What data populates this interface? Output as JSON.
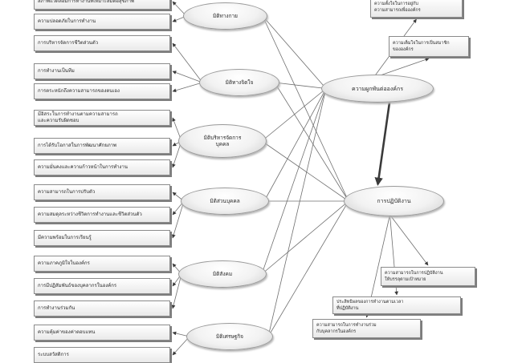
{
  "diagram": {
    "factors": [
      {
        "id": "f1",
        "label": "มิติทางกาย"
      },
      {
        "id": "f2",
        "label": "มิติทางจิตใจ"
      },
      {
        "id": "f3",
        "label": "มิติบริหารจัดการ\nบุคคล"
      },
      {
        "id": "f4",
        "label": "มิติส่วนบุคคล"
      },
      {
        "id": "f5",
        "label": "มิติสังคม"
      },
      {
        "id": "f6",
        "label": "มิติเศรษฐกิจ"
      }
    ],
    "outcomes": [
      {
        "id": "o1",
        "label": "ความผูกพันต่อองค์กร"
      },
      {
        "id": "o2",
        "label": "การปฏิบัติงาน"
      }
    ],
    "indicators": [
      {
        "label": "สภาพแวดล้อมการทำงานที่เหมาะสมต่อสุขภาพ",
        "factor": "f1"
      },
      {
        "label": "ความปลอดภัยในการทำงาน",
        "factor": "f1"
      },
      {
        "label": "การบริหารจัดการชีวิตส่วนตัว",
        "factor": "f2"
      },
      {
        "label": "การทำงานเป็นทีม",
        "factor": "f2"
      },
      {
        "label": "การตระหนักถึงความสามารถของตนเอง",
        "factor": "f2"
      },
      {
        "label": "มีอิสระในการทำงานตามความสามารถ\nและความรับผิดชอบ",
        "factor": "f3"
      },
      {
        "label": "การได้รับโอกาสในการพัฒนาศักยภาพ",
        "factor": "f3"
      },
      {
        "label": "ความมั่นคงและความก้าวหน้าในการทำงาน",
        "factor": "f3"
      },
      {
        "label": "ความสามารถในการปรับตัว",
        "factor": "f4"
      },
      {
        "label": "ความสมดุลระหว่างชีวิตการทำงานและชีวิตส่วนตัว",
        "factor": "f4"
      },
      {
        "label": "มีความพร้อมในการเรียนรู้",
        "factor": "f4"
      },
      {
        "label": "ความภาคภูมิใจในองค์กร",
        "factor": "f5"
      },
      {
        "label": "การมีปฏิสัมพันธ์ของบุคลากรในองค์กร",
        "factor": "f5"
      },
      {
        "label": "การทำงานร่วมกัน",
        "factor": "f5"
      },
      {
        "label": "ความคุ้มค่าของค่าตอบแทน",
        "factor": "f6"
      },
      {
        "label": "ระบบสวัสดิการ",
        "factor": "f6"
      }
    ],
    "outcome_indicators": [
      {
        "label": "ความตั้งใจในการอยู่กับ\nความสามารถเพื่อองค์กร",
        "outcome": "o1"
      },
      {
        "label": "ความเต็มใจในการเป็นสมาชิก\nขององค์กร",
        "outcome": "o1"
      },
      {
        "label": "ความสามารถในการปฏิบัติงาน\nให้บรรลุตามเป้าหมาย",
        "outcome": "o2"
      },
      {
        "label": "ประสิทธิผลของการทำงานตามเวลา\nที่ปฏิบัติงาน",
        "outcome": "o2"
      },
      {
        "label": "ความสามารถในการทำงานร่วม\nกับบุคลากรในองค์กร",
        "outcome": "o2"
      }
    ]
  },
  "colors": {
    "line": "#6f6f6f",
    "arrow": "#3a3a3a"
  }
}
